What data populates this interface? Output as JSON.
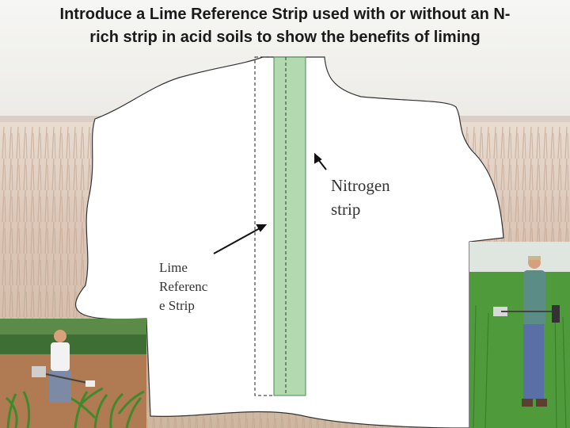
{
  "slide": {
    "title_line1": "Introduce a Lime Reference Strip used with or without an N-",
    "title_line2": "rich strip in acid soils to show the benefits of liming",
    "nitrogen_label_line1": "Nitrogen",
    "nitrogen_label_line2": "strip",
    "lime_label_line1": "Lime",
    "lime_label_line2": "Referenc",
    "lime_label_line3": "e Strip"
  },
  "colors": {
    "nitrogen_strip_fill": "#b2d9b0",
    "nitrogen_strip_border": "#4a8a4a",
    "field_outline": "#333333",
    "crop_tint": "#a88870"
  }
}
